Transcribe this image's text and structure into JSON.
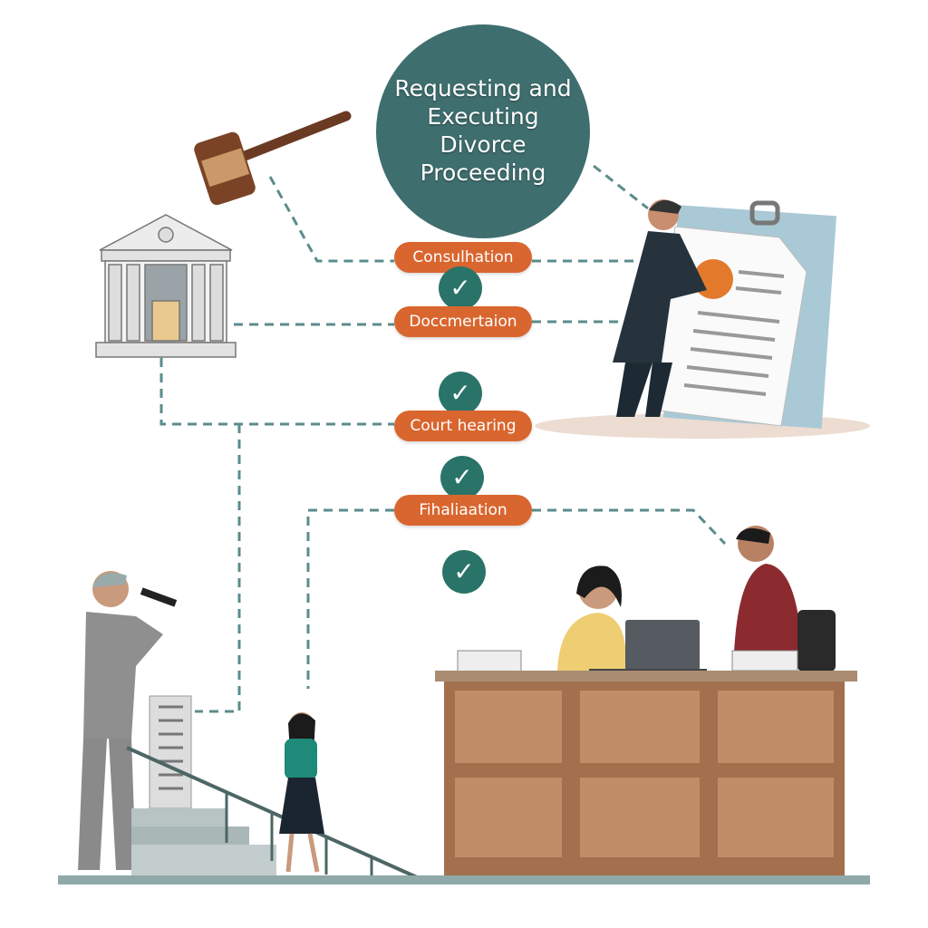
{
  "title": {
    "lines": [
      "Requesting and",
      "Executing",
      "Divorce",
      "Proceeding"
    ]
  },
  "steps": [
    {
      "label": "Consulhation",
      "completed": true
    },
    {
      "label": "Doccmertaion",
      "completed": true
    },
    {
      "label": "Court hearing",
      "completed": true
    },
    {
      "label": "Fihaliaation",
      "completed": true
    }
  ],
  "colors": {
    "circle": "#3f6e6e",
    "pill": "#d9662f",
    "check": "#2a7368",
    "dash": "#5b8c8c"
  }
}
